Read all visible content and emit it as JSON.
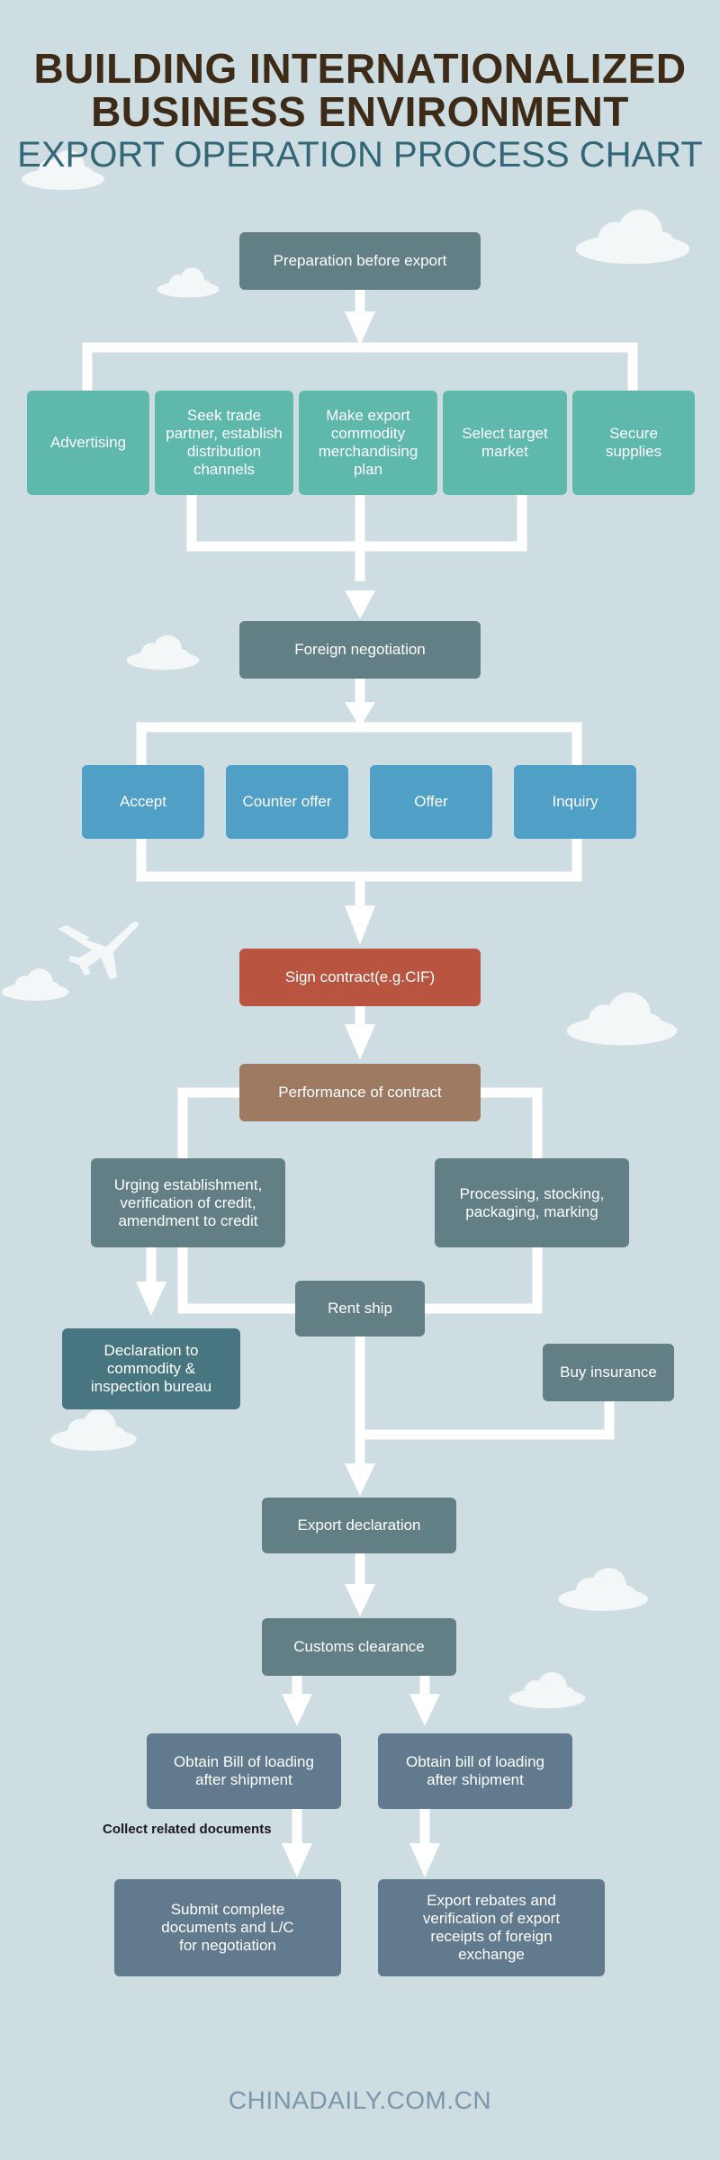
{
  "header": {
    "title_line1": "BUILDING INTERNATIONALIZED",
    "title_line2": "BUSINESS ENVIRONMENT",
    "subtitle": "EXPORT OPERATION PROCESS CHART"
  },
  "steps": {
    "preparation": "Preparation before export",
    "prep_options": [
      "Advertising",
      "Seek trade partner, establish distribution channels",
      "Make export commodity merchandising plan",
      "Select target market",
      "Secure supplies"
    ],
    "foreign_negotiation": "Foreign negotiation",
    "negotiation_options": [
      "Accept",
      "Counter offer",
      "Offer",
      "Inquiry"
    ],
    "sign_contract": "Sign contract(e.g.CIF)",
    "performance": "Performance of contract",
    "urging": "Urging establishment, verification of credit, amendment to credit",
    "processing": "Processing, stocking, packaging, marking",
    "rent_ship": "Rent ship",
    "declaration": "Declaration to commodity & inspection bureau",
    "buy_insurance": "Buy insurance",
    "export_declaration": "Export declaration",
    "customs_clearance": "Customs clearance",
    "bill_left": "Obtain Bill of loading after shipment",
    "bill_right": "Obtain bill of loading after shipment",
    "collect_docs": "Collect related documents",
    "submit_docs": "Submit complete documents and L/C for negotiation",
    "export_rebates": "Export rebates and verification of export receipts of foreign exchange"
  },
  "footer": {
    "source": "CHINADAILY.COM.CN"
  },
  "colors": {
    "background": "#cddde1",
    "step_dark": "#627f85",
    "option_teal": "#5eb8ab",
    "option_blue": "#4f9fc7",
    "contract_red": "#b85440",
    "performance_brown": "#9d7a61",
    "slate": "#617a8d",
    "title": "#3d2a17",
    "subtitle": "#336677"
  },
  "icons": [
    "cloud-icon",
    "airplane-icon",
    "arrow-down-icon"
  ]
}
